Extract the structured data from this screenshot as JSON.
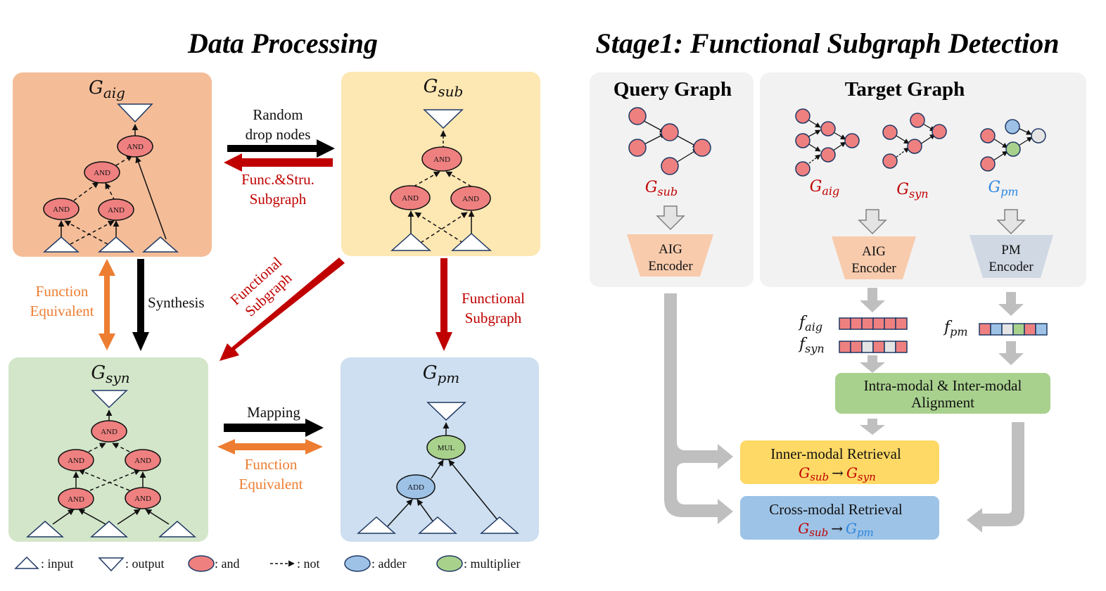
{
  "titles": {
    "left": "Data Processing",
    "right": "Stage1: Functional Subgraph Detection"
  },
  "graphs": {
    "aig": {
      "base": "G",
      "sub": "aig",
      "nodes": [
        "AND",
        "AND",
        "AND",
        "AND"
      ]
    },
    "sub": {
      "base": "G",
      "sub": "sub",
      "nodes": [
        "AND",
        "AND",
        "AND"
      ]
    },
    "syn": {
      "base": "G",
      "sub": "syn",
      "nodes": [
        "AND",
        "AND",
        "AND",
        "AND",
        "AND"
      ]
    },
    "pm": {
      "base": "G",
      "sub": "pm",
      "nodes": [
        "MUL",
        "ADD"
      ]
    }
  },
  "edges_labels": {
    "random_drop": [
      "Random",
      "drop nodes"
    ],
    "func_stru": [
      "Func.&Stru.",
      "Subgraph"
    ],
    "function_equivalent_v": [
      "Function",
      "Equivalent"
    ],
    "synthesis": "Synthesis",
    "functional_diag": [
      "Functional",
      "Subgraph"
    ],
    "functional_v": [
      "Functional",
      "Subgraph"
    ],
    "mapping": "Mapping",
    "function_equivalent_h": [
      "Function",
      "Equivalent"
    ]
  },
  "legend": [
    {
      "icon": "input-triangle-icon",
      "label": ": input"
    },
    {
      "icon": "output-triangle-icon",
      "label": ": output"
    },
    {
      "icon": "and-node-icon",
      "label": ": and"
    },
    {
      "icon": "not-dashed-arrow-icon",
      "label": ": not"
    },
    {
      "icon": "adder-node-icon",
      "label": ": adder"
    },
    {
      "icon": "multiplier-node-icon",
      "label": ": multiplier"
    }
  ],
  "stage1": {
    "query_title": "Query Graph",
    "target_title": "Target Graph",
    "query_graph_label": {
      "base": "G",
      "sub": "sub"
    },
    "target_graph_labels": [
      {
        "base": "G",
        "sub": "aig"
      },
      {
        "base": "G",
        "sub": "syn"
      },
      {
        "base": "G",
        "sub": "pm"
      }
    ],
    "encoders": {
      "query_aig": [
        "AIG",
        "Encoder"
      ],
      "target_aig": [
        "AIG",
        "Encoder"
      ],
      "target_pm": [
        "PM",
        "Encoder"
      ]
    },
    "features": {
      "aig": {
        "base": "f",
        "sub": "aig",
        "cells": [
          "red",
          "red",
          "red",
          "red",
          "red",
          "red"
        ]
      },
      "syn": {
        "base": "f",
        "sub": "syn",
        "cells": [
          "red",
          "red",
          "grey",
          "red",
          "grey",
          "red"
        ]
      },
      "pm": {
        "base": "f",
        "sub": "pm",
        "cells": [
          "red",
          "blue",
          "grey",
          "green",
          "red",
          "blue"
        ]
      }
    },
    "alignment": [
      "Intra-modal & Inter-modal",
      "Alignment"
    ],
    "inner_retrieval": {
      "title": "Inner-modal Retrieval",
      "from": {
        "base": "G",
        "sub": "sub"
      },
      "arrow": "→",
      "to": {
        "base": "G",
        "sub": "syn"
      }
    },
    "cross_retrieval": {
      "title": "Cross-modal Retrieval",
      "from": {
        "base": "G",
        "sub": "sub"
      },
      "arrow": "→",
      "to": {
        "base": "G",
        "sub": "pm"
      }
    }
  },
  "colors": {
    "aig_bg": "#f4bd98",
    "sub_bg": "#fde7b3",
    "syn_bg": "#d3e6c9",
    "pm_bg": "#cddff0",
    "and_node": "#ef8080",
    "adder_node": "#9dc2e6",
    "multiplier_node": "#a8d18c",
    "grey_node": "#e4e4e4",
    "dark_red": "#c00000",
    "orange": "#ed7d31",
    "blue_text": "#2e86de",
    "panel_grey": "#f2f2f2",
    "pipe_grey": "#bfbfbf",
    "encoder_aig": "#f8cbad",
    "encoder_pm": "#cfd8e3",
    "align_green": "#a9d18e",
    "inner_yellow": "#ffd966",
    "cross_blue": "#9dc3e6"
  }
}
